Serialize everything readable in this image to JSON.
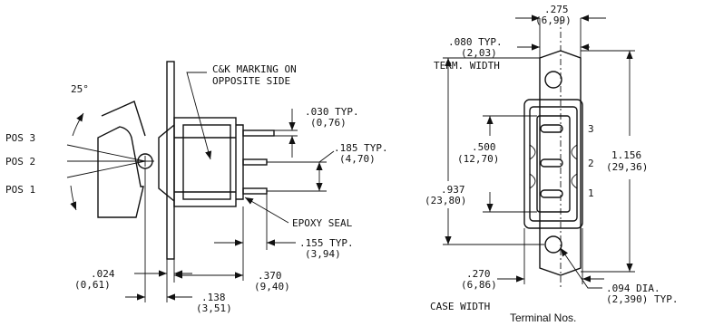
{
  "side_view": {
    "angle": "25°",
    "pos3": "POS 3",
    "pos2": "POS 2",
    "pos1": "POS 1",
    "marking_line1": "C&K MARKING ON",
    "marking_line2": "OPPOSITE SIDE",
    "term_thk": ".030 TYP.",
    "term_thk_mm": "(0,76)",
    "term_pitch": ".185 TYP.",
    "term_pitch_mm": "(4,70)",
    "epoxy": "EPOXY SEAL",
    "term_len": ".155 TYP.",
    "term_len_mm": "(3,94)",
    "plate_thk": ".024",
    "plate_thk_mm": "(0,61)",
    "body_len": ".370",
    "body_len_mm": "(9,40)",
    "front_len": ".138",
    "front_len_mm": "(3,51)"
  },
  "end_view": {
    "overall_w": ".275",
    "overall_w_mm": "(6,99)",
    "term_width": ".080 TYP.",
    "term_width_mm": "(2,03)",
    "term_width_label": "TERM. WIDTH",
    "inner": ".500",
    "inner_mm": "(12,70)",
    "height": ".937",
    "height_mm": "(23,80)",
    "overall_h": "1.156",
    "overall_h_mm": "(29,36)",
    "case_w": ".270",
    "case_w_mm": "(6,86)",
    "case_w_label": "CASE WIDTH",
    "hole": ".094 DIA.",
    "hole_mm": "(2,390) TYP.",
    "term3": "3",
    "term2": "2",
    "term1": "1",
    "caption": "Terminal Nos."
  }
}
